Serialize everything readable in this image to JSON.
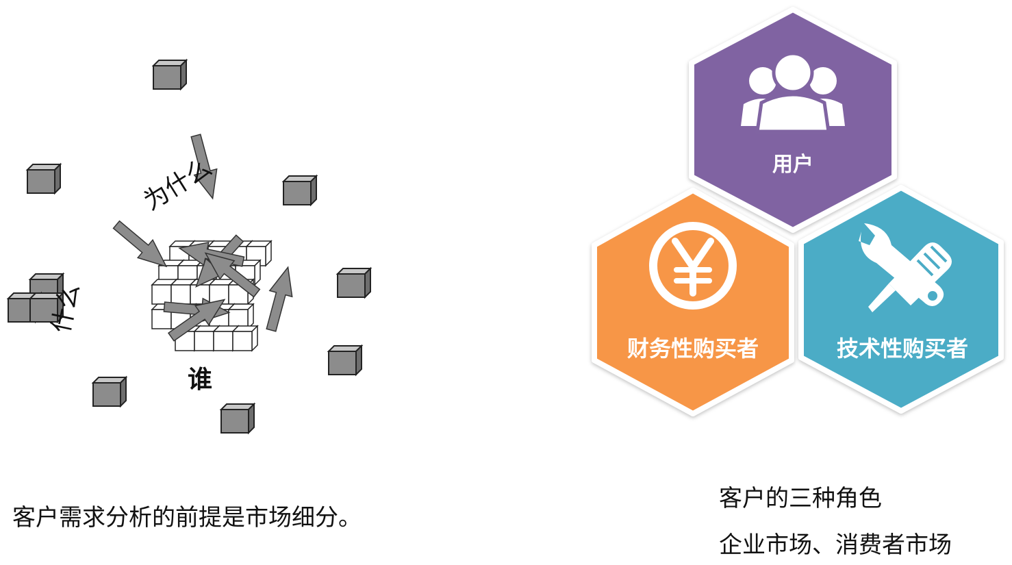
{
  "left_diagram": {
    "label_why": "为什么",
    "label_what": "什么",
    "label_who": "谁",
    "caption": "客户需求分析的前提是市场细分。"
  },
  "right_diagram": {
    "roles": [
      {
        "label": "用户",
        "color": "#8064a2",
        "icon": "users-icon"
      },
      {
        "label": "财务性购买者",
        "color": "#f79646",
        "icon": "yen-icon"
      },
      {
        "label": "技术性购买者",
        "color": "#4bacc6",
        "icon": "tools-icon"
      }
    ],
    "caption_line1": "客户的三种角色",
    "caption_line2": "企业市场、消费者市场"
  }
}
